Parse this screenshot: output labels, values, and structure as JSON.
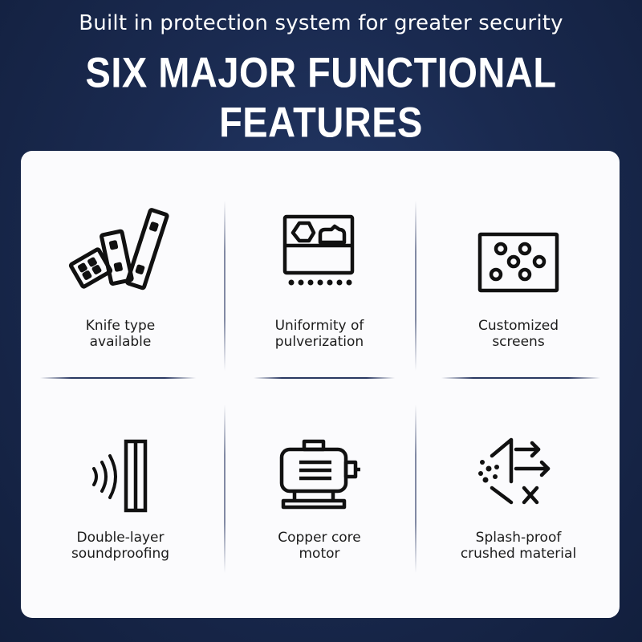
{
  "header": {
    "subtitle": "Built in protection system for greater security",
    "title": "SIX MAJOR FUNCTIONAL FEATURES"
  },
  "features": [
    {
      "icon": "blades-icon",
      "line1": "Knife type",
      "line2": "available"
    },
    {
      "icon": "pulverizer-icon",
      "line1": "Uniformity of",
      "line2": "pulverization"
    },
    {
      "icon": "screen-icon",
      "line1": "Customized",
      "line2": "screens"
    },
    {
      "icon": "soundproof-icon",
      "line1": "Double-layer",
      "line2": "soundproofing"
    },
    {
      "icon": "motor-icon",
      "line1": "Copper core",
      "line2": "motor"
    },
    {
      "icon": "splash-proof-icon",
      "line1": "Splash-proof",
      "line2": "crushed material"
    }
  ],
  "colors": {
    "background": "#1a2a50",
    "card": "#fbfbfd",
    "icon": "#111111",
    "text": "#1c1c1c"
  }
}
